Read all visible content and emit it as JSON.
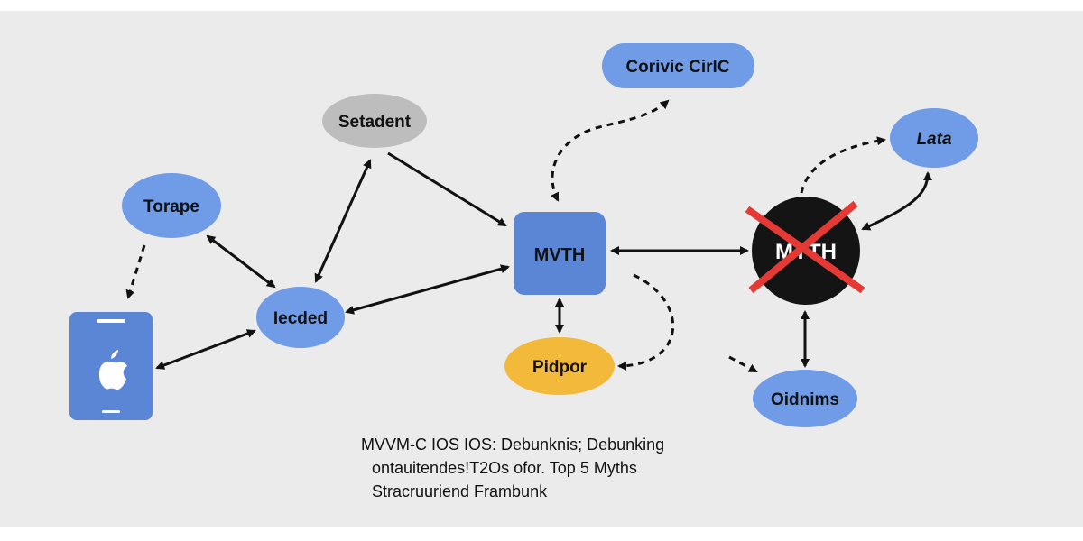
{
  "colors": {
    "background": "#ebebeb",
    "blue": "#6f9be7",
    "blue_dark": "#5b86d6",
    "grey": "#bdbdbd",
    "yellow": "#f3b93a",
    "black_node": "#141414",
    "cross": "#e53935",
    "arrow": "#111111"
  },
  "nodes": {
    "setadent": "Setadent",
    "torape": "Torape",
    "iecded": "Iecded",
    "myth_center": "MVTH",
    "pidpor": "Pidpor",
    "corivic": "Corivic CirlC",
    "lata": "Lata",
    "myth_crossed": "MYTH",
    "oidnims": "Oidnims"
  },
  "icons": {
    "phone": "smartphone-apple-icon",
    "cross": "cross-out-icon"
  },
  "caption": {
    "line1": "MVVM-C IOS IOS: Debunknis; Debunking",
    "line2": "ontauitendes!T2Os ofor. Top 5 Myths",
    "line3": "Stracruuriend Frambunk"
  }
}
